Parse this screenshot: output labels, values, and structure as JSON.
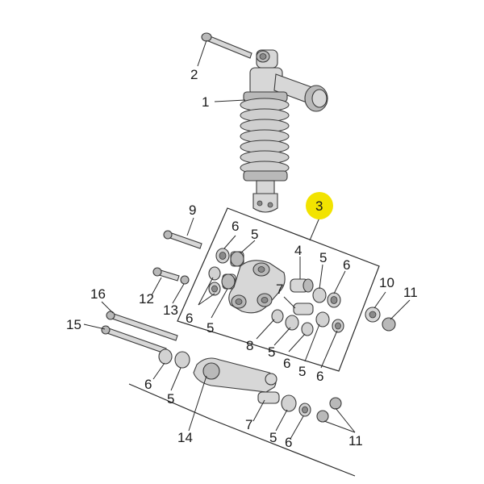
{
  "callouts": [
    {
      "id": "c1",
      "text": "1"
    },
    {
      "id": "c2",
      "text": "2"
    },
    {
      "id": "c3",
      "text": "3"
    },
    {
      "id": "c4",
      "text": "4"
    },
    {
      "id": "c5a",
      "text": "5"
    },
    {
      "id": "c5b",
      "text": "5"
    },
    {
      "id": "c5c",
      "text": "5"
    },
    {
      "id": "c5d",
      "text": "5"
    },
    {
      "id": "c5e",
      "text": "5"
    },
    {
      "id": "c5f",
      "text": "5"
    },
    {
      "id": "c5g",
      "text": "5"
    },
    {
      "id": "c6a",
      "text": "6"
    },
    {
      "id": "c6b",
      "text": "6"
    },
    {
      "id": "c6c",
      "text": "6"
    },
    {
      "id": "c6d",
      "text": "6"
    },
    {
      "id": "c6e",
      "text": "6"
    },
    {
      "id": "c6f",
      "text": "6"
    },
    {
      "id": "c6g",
      "text": "6"
    },
    {
      "id": "c7a",
      "text": "7"
    },
    {
      "id": "c7b",
      "text": "7"
    },
    {
      "id": "c8",
      "text": "8"
    },
    {
      "id": "c9",
      "text": "9"
    },
    {
      "id": "c10",
      "text": "10"
    },
    {
      "id": "c11a",
      "text": "11"
    },
    {
      "id": "c11b",
      "text": "11"
    },
    {
      "id": "c12",
      "text": "12"
    },
    {
      "id": "c13",
      "text": "13"
    },
    {
      "id": "c14",
      "text": "14"
    },
    {
      "id": "c15",
      "text": "15"
    },
    {
      "id": "c16",
      "text": "16"
    }
  ],
  "highlight": {
    "color": "#f2e300"
  }
}
